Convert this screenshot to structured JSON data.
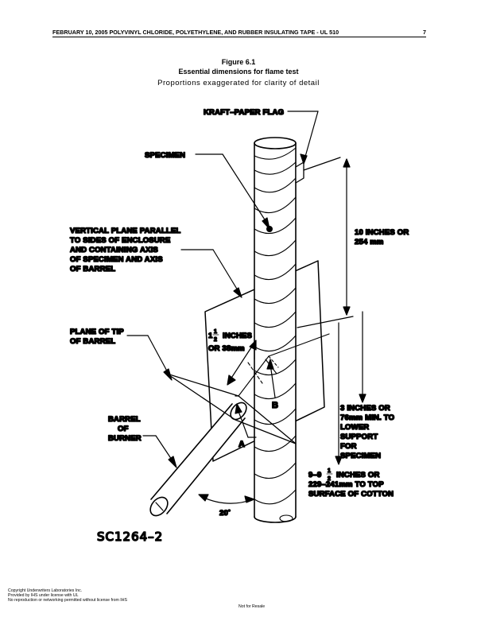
{
  "header": {
    "left": "FEBRUARY 10, 2005   POLYVINYL CHLORIDE, POLYETHYLENE, AND RUBBER INSULATING TAPE - UL 510",
    "page": "7"
  },
  "figure": {
    "number": "Figure 6.1",
    "title": "Essential dimensions for flame test",
    "subtitle": "Proportions exaggerated for clarity of detail"
  },
  "labels": {
    "kraft_flag": "KRAFT–PAPER FLAG",
    "specimen": "SPECIMEN",
    "vertical_plane": [
      "VERTICAL PLANE PARALLEL",
      "TO SIDES OF ENCLOSURE",
      "AND CONTAINING AXIS",
      "OF SPECIMEN AND AXIS",
      "OF BARREL"
    ],
    "ten_inches": [
      "10 INCHES OR",
      "254 mm"
    ],
    "plane_of_tip": [
      "PLANE OF TIP",
      "OF BARREL"
    ],
    "one_half_whole": "1",
    "one_half_num": "1",
    "one_half_den": "2",
    "one_half_unit": "INCHES",
    "one_half_mm": "OR 38mm",
    "point_b": "B",
    "point_a": "A",
    "barrel": [
      "BARREL",
      "OF",
      "BURNER"
    ],
    "three_inches": [
      "3 INCHES OR",
      "76mm MIN. TO",
      "LOWER",
      "SUPPORT",
      "FOR",
      "SPECIMEN"
    ],
    "nine_whole": "9–9",
    "nine_num": "1",
    "nine_den": "2",
    "nine_unit": "INCHES OR",
    "nine_rest": [
      "229–241mm TO TOP",
      "SURFACE OF COTTON"
    ],
    "angle": "20˚",
    "drawing_code": "SC1264–2"
  },
  "footer": {
    "lines": [
      "Copyright Underwriters Laboratories Inc.",
      "Provided by IHS under license with UL",
      "No reproduction or networking permitted without license from IHS"
    ],
    "not_for_resale": "Not for Resale"
  }
}
